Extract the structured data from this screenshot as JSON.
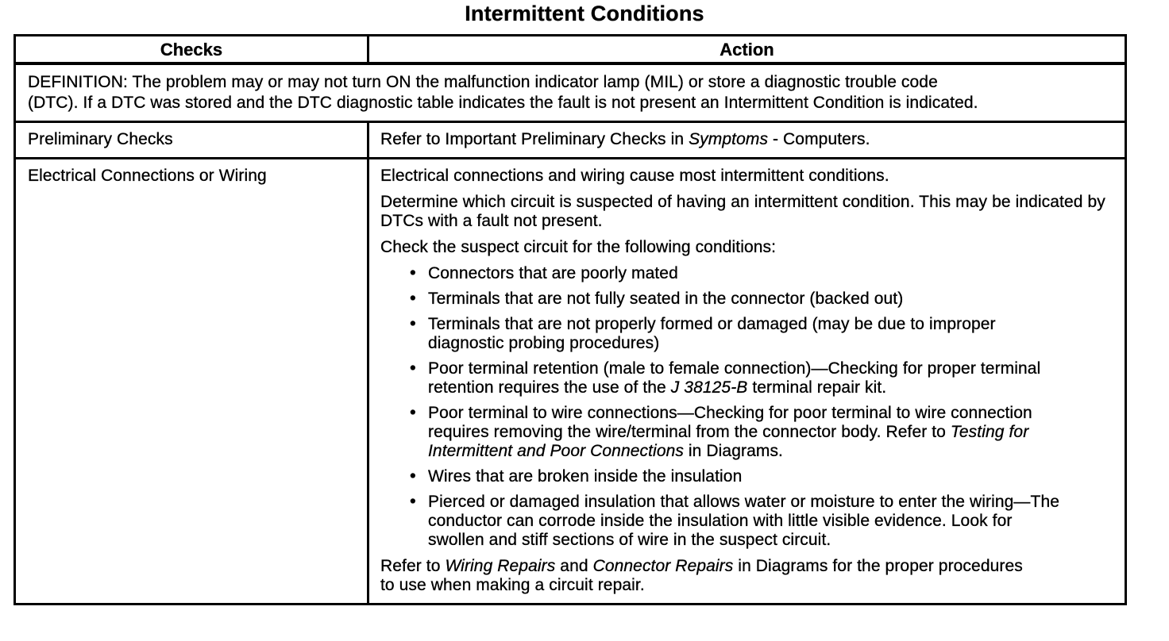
{
  "title": "Intermittent Conditions",
  "table": {
    "headers": [
      "Checks",
      "Action"
    ],
    "definition": "DEFINITION: The problem may or may not turn ON the malfunction indicator lamp (MIL) or store a diagnostic trouble code (DTC). If a DTC was stored and the DTC diagnostic table indicates the fault is not present an Intermittent Condition is indicated.",
    "rows": [
      {
        "check": "Preliminary Checks",
        "action": [
          {
            "type": "p",
            "runs": [
              {
                "t": "Refer to Important Preliminary Checks in "
              },
              {
                "t": "Symptoms",
                "i": true
              },
              {
                "t": " - Computers."
              }
            ]
          }
        ]
      },
      {
        "check": "Electrical Connections or Wiring",
        "action": [
          {
            "type": "p",
            "runs": [
              {
                "t": "Electrical connections and wiring cause most intermittent conditions."
              }
            ]
          },
          {
            "type": "p",
            "runs": [
              {
                "t": "Determine which circuit is suspected of having an intermittent condition. This may be indicated by DTCs with a fault not present."
              }
            ]
          },
          {
            "type": "p",
            "runs": [
              {
                "t": "Check the suspect circuit for the following conditions:"
              }
            ]
          },
          {
            "type": "bullets",
            "items": [
              [
                {
                  "t": "Connectors that are poorly mated"
                }
              ],
              [
                {
                  "t": "Terminals that are not fully seated in the connector (backed out)"
                }
              ],
              [
                {
                  "t": "Terminals that are not properly formed or damaged (may be due to improper diagnostic probing procedures)"
                }
              ],
              [
                {
                  "t": "Poor terminal retention (male to female connection)—Checking for proper terminal retention requires the use of the "
                },
                {
                  "t": "J 38125-B",
                  "i": true
                },
                {
                  "t": " terminal repair kit."
                }
              ],
              [
                {
                  "t": "Poor terminal to wire connections—Checking for poor terminal to wire connection requires removing the wire/terminal from the connector body. Refer to "
                },
                {
                  "t": "Testing for Intermittent and Poor Connections",
                  "i": true
                },
                {
                  "t": " in Diagrams."
                }
              ],
              [
                {
                  "t": "Wires that are broken inside the insulation"
                }
              ],
              [
                {
                  "t": "Pierced or damaged insulation that allows water or moisture to enter the wiring—The conductor can corrode inside the insulation with little visible evidence. Look for swollen and stiff sections of wire in the suspect circuit."
                }
              ]
            ]
          },
          {
            "type": "p",
            "runs": [
              {
                "t": "Refer to "
              },
              {
                "t": "Wiring Repairs",
                "i": true
              },
              {
                "t": " and "
              },
              {
                "t": "Connector Repairs",
                "i": true
              },
              {
                "t": " in Diagrams for the proper procedures to use when making a circuit repair."
              }
            ]
          }
        ]
      }
    ]
  }
}
